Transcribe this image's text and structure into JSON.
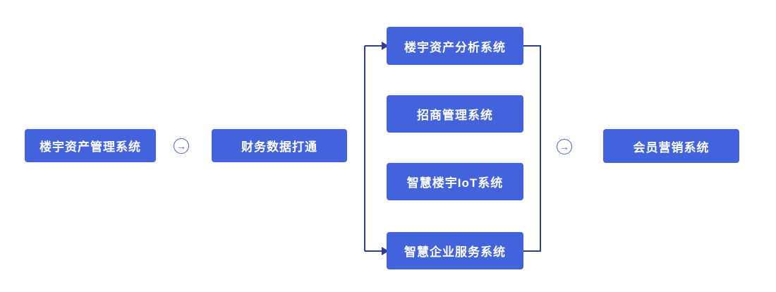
{
  "diagram": {
    "colors": {
      "box": "#4263DB",
      "line": "#2E3E97",
      "text": "#ffffff",
      "background": "#ffffff"
    },
    "arrow_glyph": "→",
    "nodes": {
      "source": {
        "label": "楼宇资产管理系统"
      },
      "hub": {
        "label": "财务数据打通"
      },
      "branches": [
        {
          "label": "楼宇资产分析系统"
        },
        {
          "label": "招商管理系统"
        },
        {
          "label": "智慧楼宇IoT系统"
        },
        {
          "label": "智慧企业服务系统"
        }
      ],
      "target": {
        "label": "会员营销系统"
      }
    }
  }
}
